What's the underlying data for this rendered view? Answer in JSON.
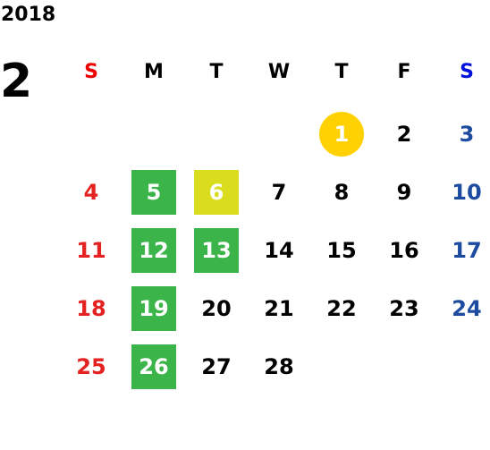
{
  "calendar": {
    "year": "2018",
    "month": "2",
    "weekdays": [
      "S",
      "M",
      "T",
      "W",
      "T",
      "F",
      "S"
    ],
    "colors": {
      "sunday": "#e52222",
      "saturday": "#1c4ba0",
      "highlight_green": "#3bb44a",
      "highlight_lime": "#dadd1e",
      "today_yellow": "#ffd100"
    },
    "weeks": [
      [
        {
          "day": ""
        },
        {
          "day": ""
        },
        {
          "day": ""
        },
        {
          "day": ""
        },
        {
          "day": "1",
          "mark": "today"
        },
        {
          "day": "2"
        },
        {
          "day": "3"
        }
      ],
      [
        {
          "day": "4"
        },
        {
          "day": "5",
          "mark": "green"
        },
        {
          "day": "6",
          "mark": "lime"
        },
        {
          "day": "7"
        },
        {
          "day": "8"
        },
        {
          "day": "9"
        },
        {
          "day": "10"
        }
      ],
      [
        {
          "day": "11"
        },
        {
          "day": "12",
          "mark": "green"
        },
        {
          "day": "13",
          "mark": "green"
        },
        {
          "day": "14"
        },
        {
          "day": "15"
        },
        {
          "day": "16"
        },
        {
          "day": "17"
        }
      ],
      [
        {
          "day": "18"
        },
        {
          "day": "19",
          "mark": "green"
        },
        {
          "day": "20"
        },
        {
          "day": "21"
        },
        {
          "day": "22"
        },
        {
          "day": "23"
        },
        {
          "day": "24"
        }
      ],
      [
        {
          "day": "25"
        },
        {
          "day": "26",
          "mark": "green"
        },
        {
          "day": "27"
        },
        {
          "day": "28"
        },
        {
          "day": ""
        },
        {
          "day": ""
        },
        {
          "day": ""
        }
      ]
    ]
  }
}
